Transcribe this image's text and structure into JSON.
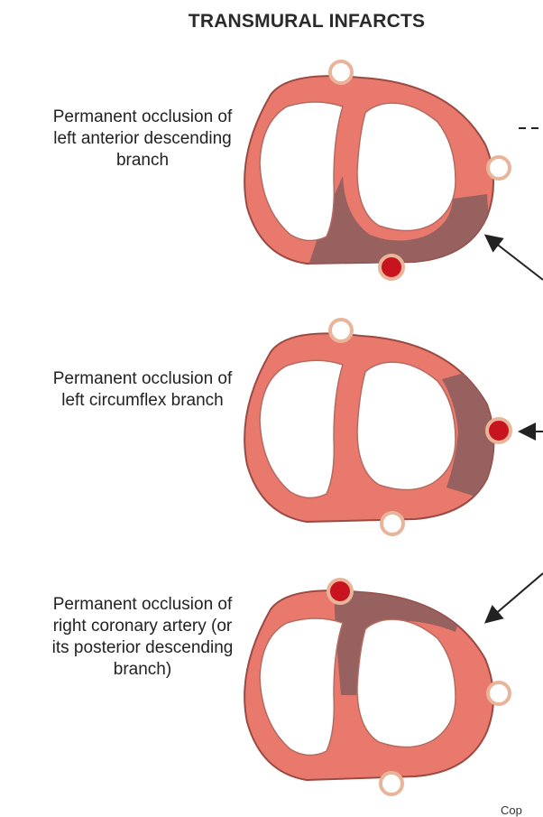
{
  "title": "TRANSMURAL INFARCTS",
  "panels": [
    {
      "caption": "Permanent occlusion of left anterior descending branch"
    },
    {
      "caption": "Permanent occlusion of left circumflex branch"
    },
    {
      "caption": "Permanent occlusion of right coronary artery (or its posterior descending branch)"
    }
  ],
  "credit": "Cop",
  "colors": {
    "myocardium": "#e9796d",
    "outline": "#9b4a42",
    "infarct": "#8f6060",
    "occluded_artery": "#c8141e",
    "patent_artery": "#e8b59a"
  }
}
